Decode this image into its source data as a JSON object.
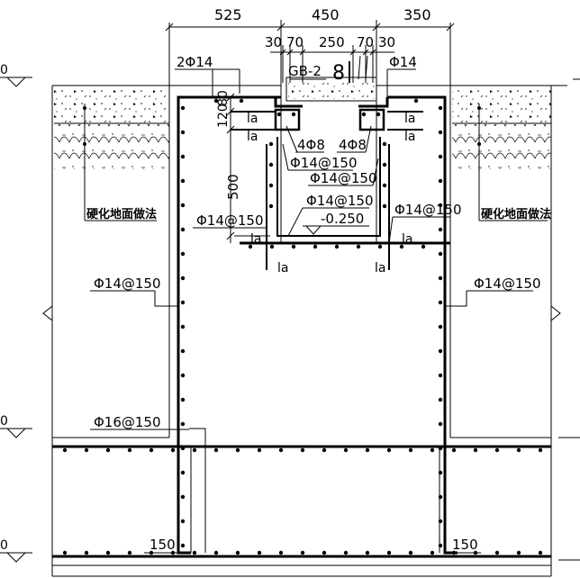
{
  "dimensions": {
    "top": [
      "525",
      "450",
      "350"
    ],
    "sub": [
      "30",
      "70",
      "250",
      "70",
      "30"
    ],
    "vertical": [
      "120",
      "80",
      "500"
    ],
    "bottom_left": "150",
    "bottom_right": "150"
  },
  "labels": {
    "rebar_2phi14": "2Φ14",
    "rebar_phi14_top": "Φ14",
    "gb2": "GB-2",
    "gb2_num": "8",
    "la": "la",
    "four_phi8_left": "4Φ8",
    "four_phi8_right": "4Φ8",
    "phi14_150_a": "Φ14@150",
    "phi14_150_b": "Φ14@150",
    "phi14_150_c": "Φ14@150",
    "phi14_150_d": "Φ14@150",
    "phi14_150_e": "Φ14@150",
    "phi14_150_left_wall": "Φ14@150",
    "phi14_150_right_wall": "Φ14@150",
    "phi16_150": "Φ16@150",
    "elevation": "-0.250",
    "hardened_ground_left": "硬化地面做法",
    "hardened_ground_right": "硬化地面做法",
    "level_0_a": "0",
    "level_0_b": "0",
    "level_0_c": "0"
  }
}
